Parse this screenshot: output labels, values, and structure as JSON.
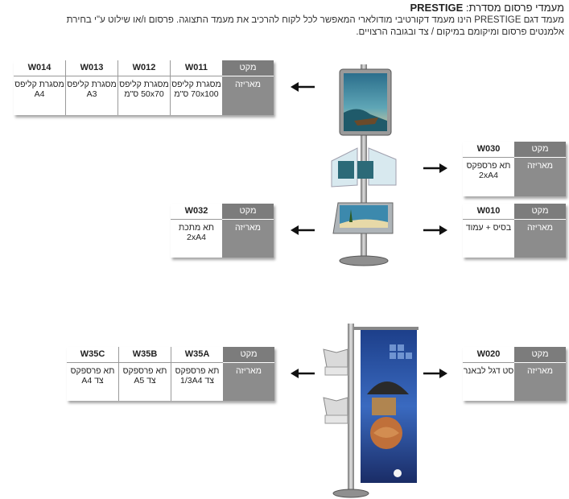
{
  "header": {
    "title_prefix": "מעמדי פרסום מסדרת:",
    "title_brand": "PRESTIGE",
    "line1": "מעמד דגם PRESTIGE הינו מעמד דקורטיבי מודולארי המאפשר לכל לקוח להרכיב את מעמד התצוגה. פרסום ו/או שילוט ע\"י בחירת",
    "line2": "אלמנטים פרסום ומיקומם במיקום / צד ובגובה הרצויים."
  },
  "labels": {
    "makat": "מקט",
    "description": "מאריזה"
  },
  "tables": {
    "frames": [
      {
        "code": "W011",
        "desc": "מסגרת קליפס 70x100 ס\"מ"
      },
      {
        "code": "W012",
        "desc": "מסגרת קליפס 50x70 ס\"מ"
      },
      {
        "code": "W013",
        "desc": "מסגרת קליפס A3"
      },
      {
        "code": "W014",
        "desc": "מסגרת קליפס A4"
      }
    ],
    "perspex": [
      {
        "code": "W030",
        "desc": "תא פרספקס 2xA4"
      }
    ],
    "metal": [
      {
        "code": "W032",
        "desc": "תא מתכת 2xA4"
      }
    ],
    "base": [
      {
        "code": "W010",
        "desc": "בסיס + עמוד"
      }
    ],
    "side_pockets": [
      {
        "code": "W35A",
        "desc": "תא פרספקס צד 1/3A4"
      },
      {
        "code": "W35B",
        "desc": "תא פרספקס צד A5"
      },
      {
        "code": "W35C",
        "desc": "תא פרספקס צד A4"
      }
    ],
    "flag": [
      {
        "code": "W020",
        "desc": "סט דגל לבאנר"
      }
    ]
  }
}
